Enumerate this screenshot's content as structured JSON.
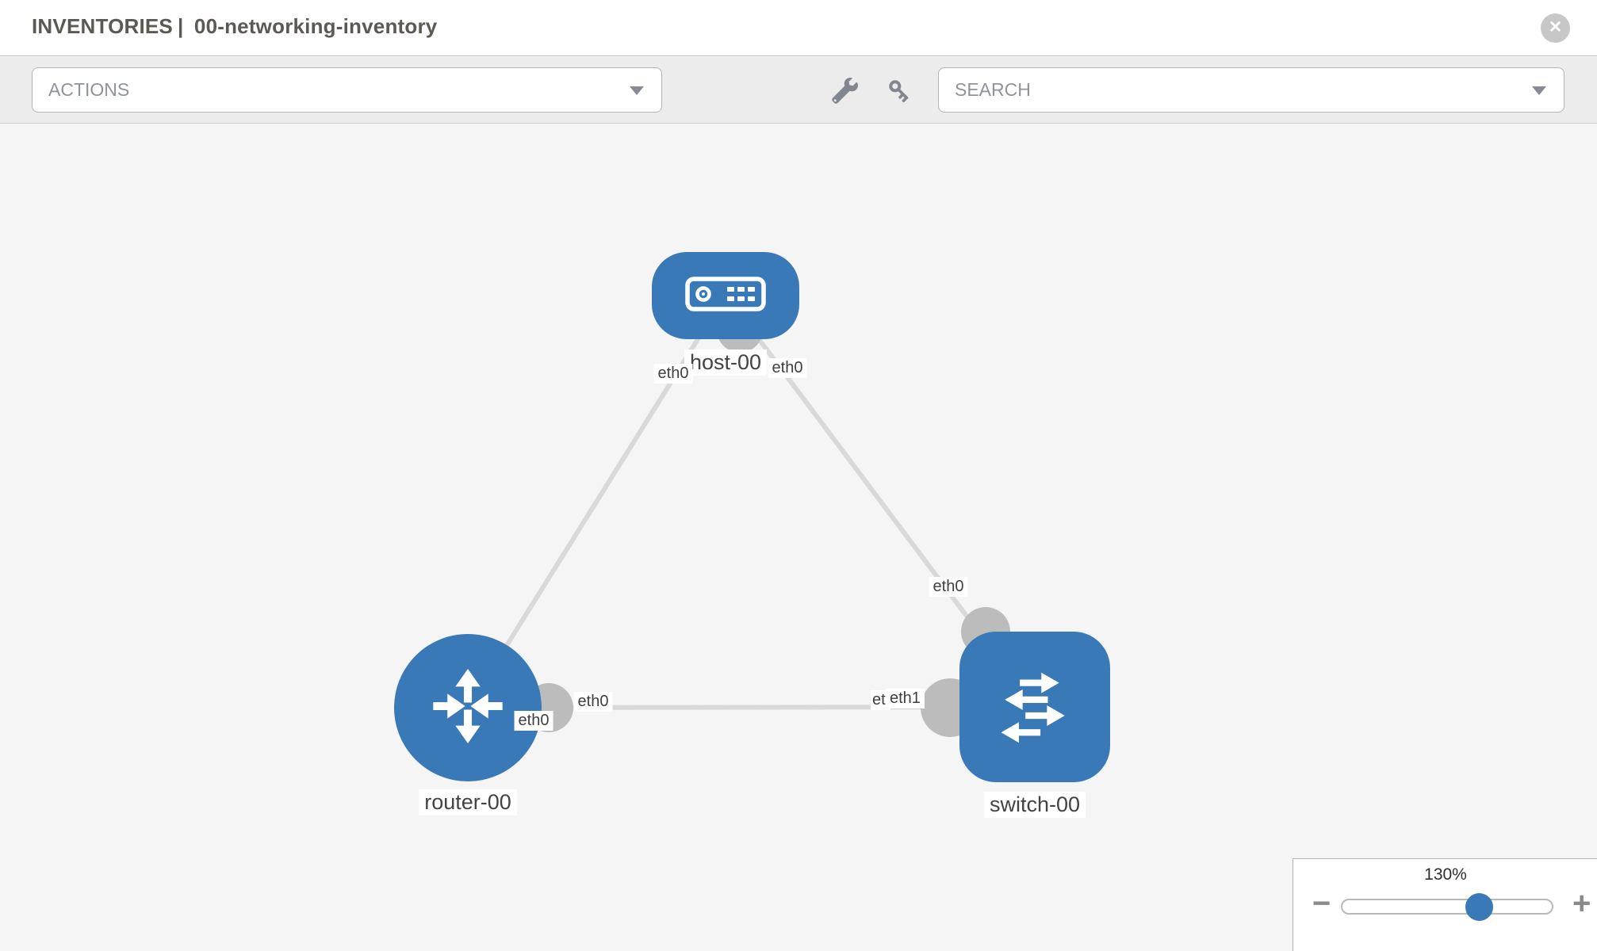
{
  "header": {
    "title_prefix": "INVENTORIES",
    "title_separator": "|",
    "title_name": "00-networking-inventory",
    "close_glyph": "✕"
  },
  "toolbar": {
    "actions_label": "ACTIONS",
    "search_label": "SEARCH"
  },
  "topology": {
    "nodes": [
      {
        "label": "host-00",
        "type": "host"
      },
      {
        "label": "router-00",
        "type": "router"
      },
      {
        "label": "switch-00",
        "type": "switch"
      }
    ],
    "interfaces": {
      "host_left": "eth0",
      "host_right": "eth0",
      "router_top": "eth0",
      "router_right": "eth0",
      "switch_top": "eth0",
      "switch_left_occluded_fragment": "etl",
      "switch_left": "eth1"
    },
    "links": [
      {
        "from": "host-00",
        "from_if": "eth0",
        "to": "router-00",
        "to_if": "eth0"
      },
      {
        "from": "host-00",
        "from_if": "eth0",
        "to": "switch-00",
        "to_if": "eth0"
      },
      {
        "from": "router-00",
        "from_if": "eth0",
        "to": "switch-00",
        "to_if": "eth1"
      }
    ]
  },
  "zoom_control": {
    "level": "130%",
    "minus_label": "−",
    "plus_label": "+"
  },
  "colors": {
    "node_blue": "#3a79b7",
    "link_gray": "#d9d9d9",
    "interface_gray": "#bcbcbc",
    "toolbar_gray": "#ececec",
    "canvas_gray": "#f5f5f5"
  }
}
